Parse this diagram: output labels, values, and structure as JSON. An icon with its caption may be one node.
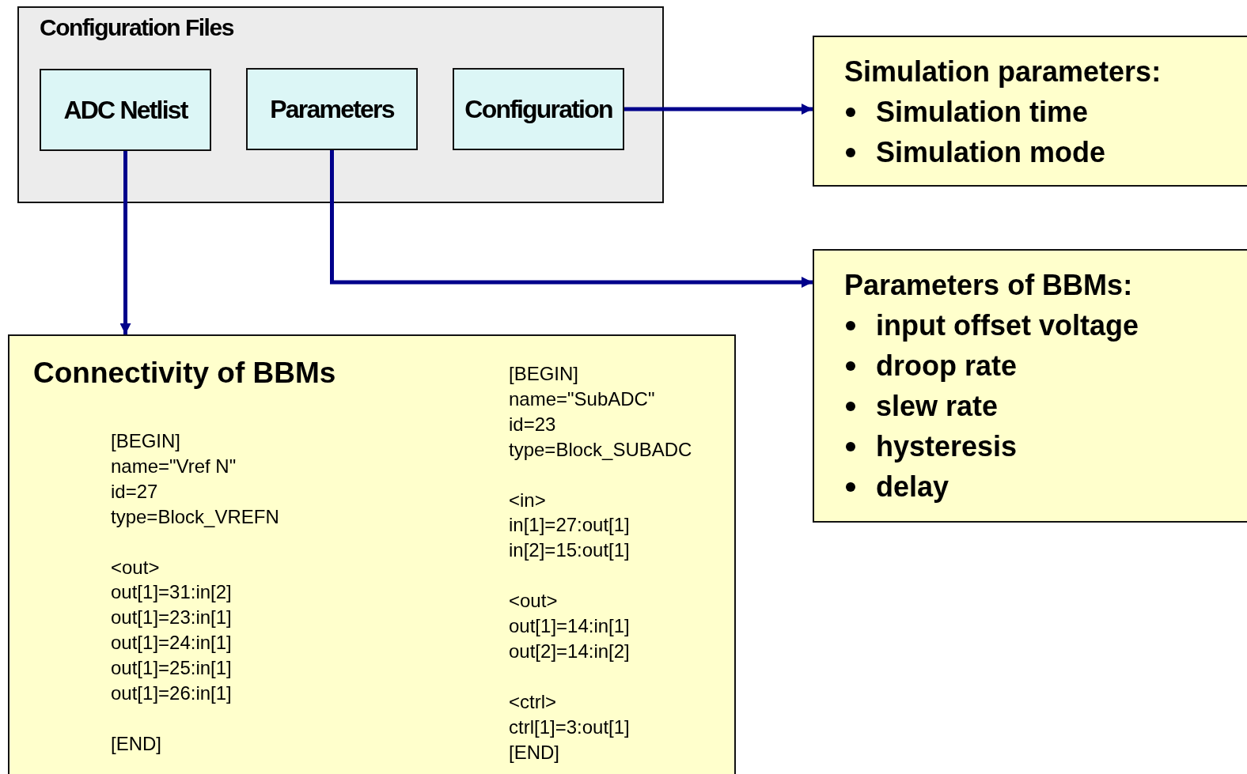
{
  "diagram": {
    "nodes": [
      {
        "text": [
          "Configuration Files"
        ]
      },
      {
        "text": [
          "ADC Netlist"
        ],
        "in": 0
      },
      {
        "text": [
          "Parameters"
        ],
        "in": 0
      },
      {
        "text": [
          "Configuration"
        ],
        "in": 0
      },
      {
        "text": [
          "Simulation parameters:",
          "Simulation time",
          "Simulation mode"
        ]
      },
      {
        "text": [
          "Parameters of BBMs:",
          "input offset voltage",
          "droop rate",
          "slew rate",
          "hysteresis",
          "delay"
        ]
      },
      {
        "text": [
          "Connectivity of BBMs",
          "[BEGIN]",
          "name=\"Vref N\"",
          "id=27",
          "type=Block_VREFN",
          "<out>",
          "out[1]=31:in[2]",
          "out[1]=23:in[1]",
          "out[1]=24:in[1]",
          "out[1]=25:in[1]",
          "out[1]=26:in[1]",
          "[END]",
          "[BEGIN]",
          "name=\"SubADC\"",
          "id=23",
          "type=Block_SUBADC",
          "<in>",
          "in[1]=27:out[1]",
          "in[2]=15:out[1]",
          "<out>",
          "out[1]=14:in[1]",
          "out[2]=14:in[2]",
          "<ctrl>",
          "ctrl[1]=3:out[1]",
          "[END]"
        ]
      }
    ],
    "edges": [
      {
        "from": 3,
        "to": 4,
        "arrow": "to"
      },
      {
        "from": 2,
        "to": 5,
        "arrow": "to"
      },
      {
        "from": 1,
        "to": 6,
        "arrow": "to"
      }
    ]
  }
}
